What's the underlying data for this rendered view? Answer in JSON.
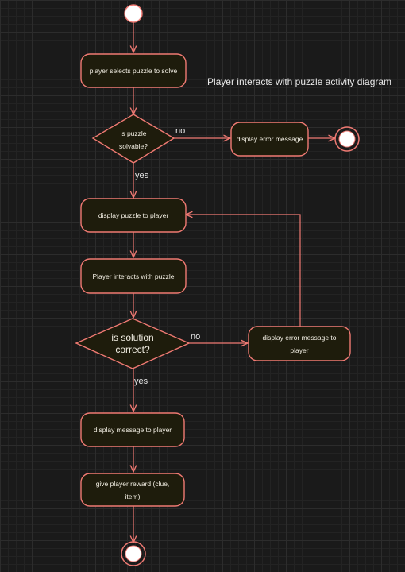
{
  "diagram": {
    "title": "Player interacts with puzzle activity diagram",
    "nodes": {
      "select_puzzle": "player selects puzzle to solve",
      "solvable_line1": "is puzzle",
      "solvable_line2": "solvable?",
      "error_message": "display error message",
      "display_puzzle": "display puzzle to player",
      "interacts": "Player interacts with puzzle",
      "correct_line1": "is solution",
      "correct_line2": "correct?",
      "error_player_line1": "display error message to",
      "error_player_line2": "player",
      "display_message": "display message to player",
      "reward_line1": "give player reward (clue,",
      "reward_line2": "item)"
    },
    "edges": {
      "solvable_no": "no",
      "solvable_yes": "yes",
      "correct_no": "no",
      "correct_yes": "yes"
    },
    "colors": {
      "background": "#1a1a1a",
      "stroke": "#f07a73",
      "node_fill": "#1e1c0c",
      "text": "#f3efe4"
    }
  }
}
